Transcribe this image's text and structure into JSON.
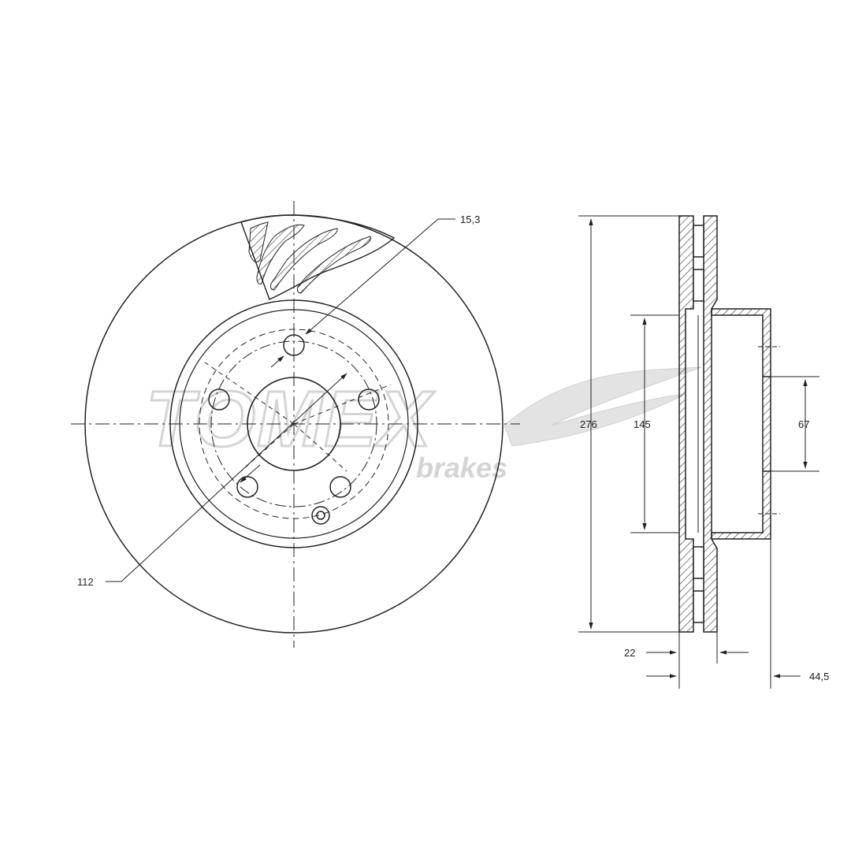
{
  "watermark": {
    "brand": "TOMEX",
    "subtitle": "brakes",
    "color": "#d9d9d9"
  },
  "dimensions": {
    "bolt_hole_diameter": "15,3",
    "bolt_circle_diameter": "112",
    "outer_diameter": "276",
    "hub_height_diameter": "145",
    "center_bore_diameter": "67",
    "disc_thickness": "22",
    "overall_height": "44,5"
  },
  "colors": {
    "line": "#222222",
    "hatch": "#333333"
  }
}
